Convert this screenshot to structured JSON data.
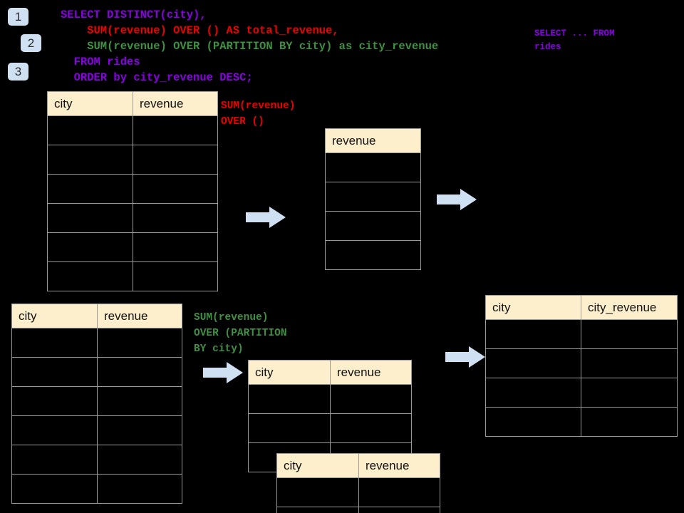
{
  "page": {
    "background": "#000000",
    "header_fill": "#fdeecc",
    "grid_line": "#9a9a9a",
    "arrow_fill": "#cfe0f2",
    "badge_fill": "#cfe0f2",
    "purple": "#8a00e6",
    "red": "#ee0000",
    "green": "#3f9142"
  },
  "badges": [
    {
      "label": "1"
    },
    {
      "label": "2"
    },
    {
      "label": "3"
    }
  ],
  "sql": {
    "lines": [
      {
        "text": "SELECT DISTINCT(city),",
        "color": "purple"
      },
      {
        "text": "    SUM(revenue) OVER () AS total_revenue,",
        "color": "red"
      },
      {
        "text": "    SUM(revenue) OVER (PARTITION BY city) as city_revenue",
        "color": "green"
      },
      {
        "text": "  FROM rides",
        "color": "purple"
      },
      {
        "text": "  ORDER by city_revenue DESC;",
        "color": "purple"
      }
    ]
  },
  "side_note": {
    "line1": "SELECT ... FROM",
    "line2": "rides"
  },
  "annotations": {
    "total_revenue": {
      "line1": "SUM(revenue)",
      "line2": "OVER ()"
    },
    "city_revenue": {
      "line1": "SUM(revenue)",
      "line2": "OVER (PARTITION",
      "line3": "BY city)"
    }
  },
  "tables": {
    "source_top": {
      "name": "rides-source-top",
      "headers": [
        "city",
        "revenue"
      ],
      "rows": [
        [
          "",
          ""
        ],
        [
          "",
          ""
        ],
        [
          "",
          ""
        ],
        [
          "",
          ""
        ],
        [
          "",
          ""
        ],
        [
          "",
          ""
        ]
      ]
    },
    "total_revenue": {
      "name": "total-revenue-intermediate",
      "headers": [
        "revenue"
      ],
      "rows": [
        [
          ""
        ],
        [
          ""
        ],
        [
          ""
        ],
        [
          ""
        ]
      ]
    },
    "source_bottom": {
      "name": "rides-source-bottom",
      "headers": [
        "city",
        "revenue"
      ],
      "rows": [
        [
          ""
        ],
        [
          ""
        ],
        [
          ""
        ],
        [
          ""
        ],
        [
          ""
        ],
        [
          ""
        ]
      ]
    },
    "partition_back": {
      "name": "partition-group-back",
      "headers": [
        "city",
        "revenue"
      ],
      "rows": [
        [
          "",
          ""
        ],
        [
          "",
          ""
        ],
        [
          "",
          ""
        ]
      ]
    },
    "partition_front": {
      "name": "partition-group-front",
      "headers": [
        "city",
        "revenue"
      ],
      "rows": [
        [
          "",
          ""
        ],
        [
          "",
          ""
        ]
      ]
    },
    "result": {
      "name": "final-result",
      "headers": [
        "city",
        "city_revenue"
      ],
      "rows": [
        [
          "",
          ""
        ],
        [
          "",
          ""
        ],
        [
          "",
          ""
        ],
        [
          "",
          ""
        ]
      ]
    }
  },
  "arrows": [
    {
      "name": "arrow-source-to-total"
    },
    {
      "name": "arrow-total-to-result"
    },
    {
      "name": "arrow-source-to-partition"
    },
    {
      "name": "arrow-partition-to-result"
    }
  ]
}
